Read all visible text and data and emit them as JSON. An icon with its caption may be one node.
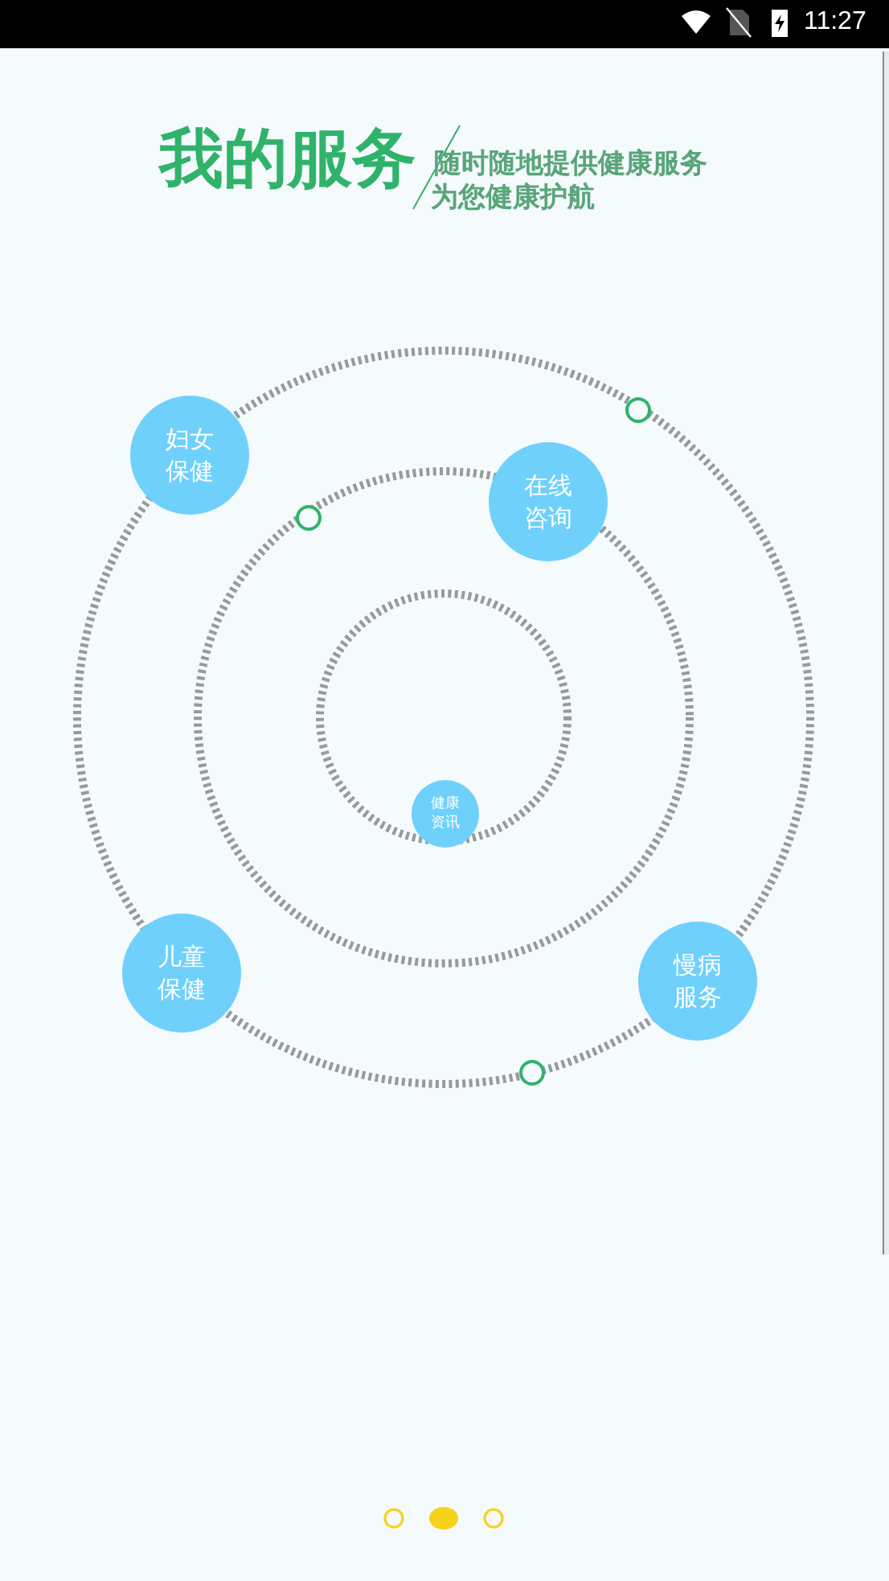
{
  "diagram": {
    "title": "我的服务",
    "nodes": [
      {
        "text": [
          "妇女保健"
        ]
      },
      {
        "text": [
          "在线咨询"
        ]
      },
      {
        "text": [
          "健康资讯"
        ]
      },
      {
        "text": [
          "儿童保健"
        ]
      },
      {
        "text": [
          "慢病服务"
        ]
      }
    ],
    "labels": [
      "11:27",
      "随时随地提供健康服务",
      "为您健康护航"
    ]
  }
}
